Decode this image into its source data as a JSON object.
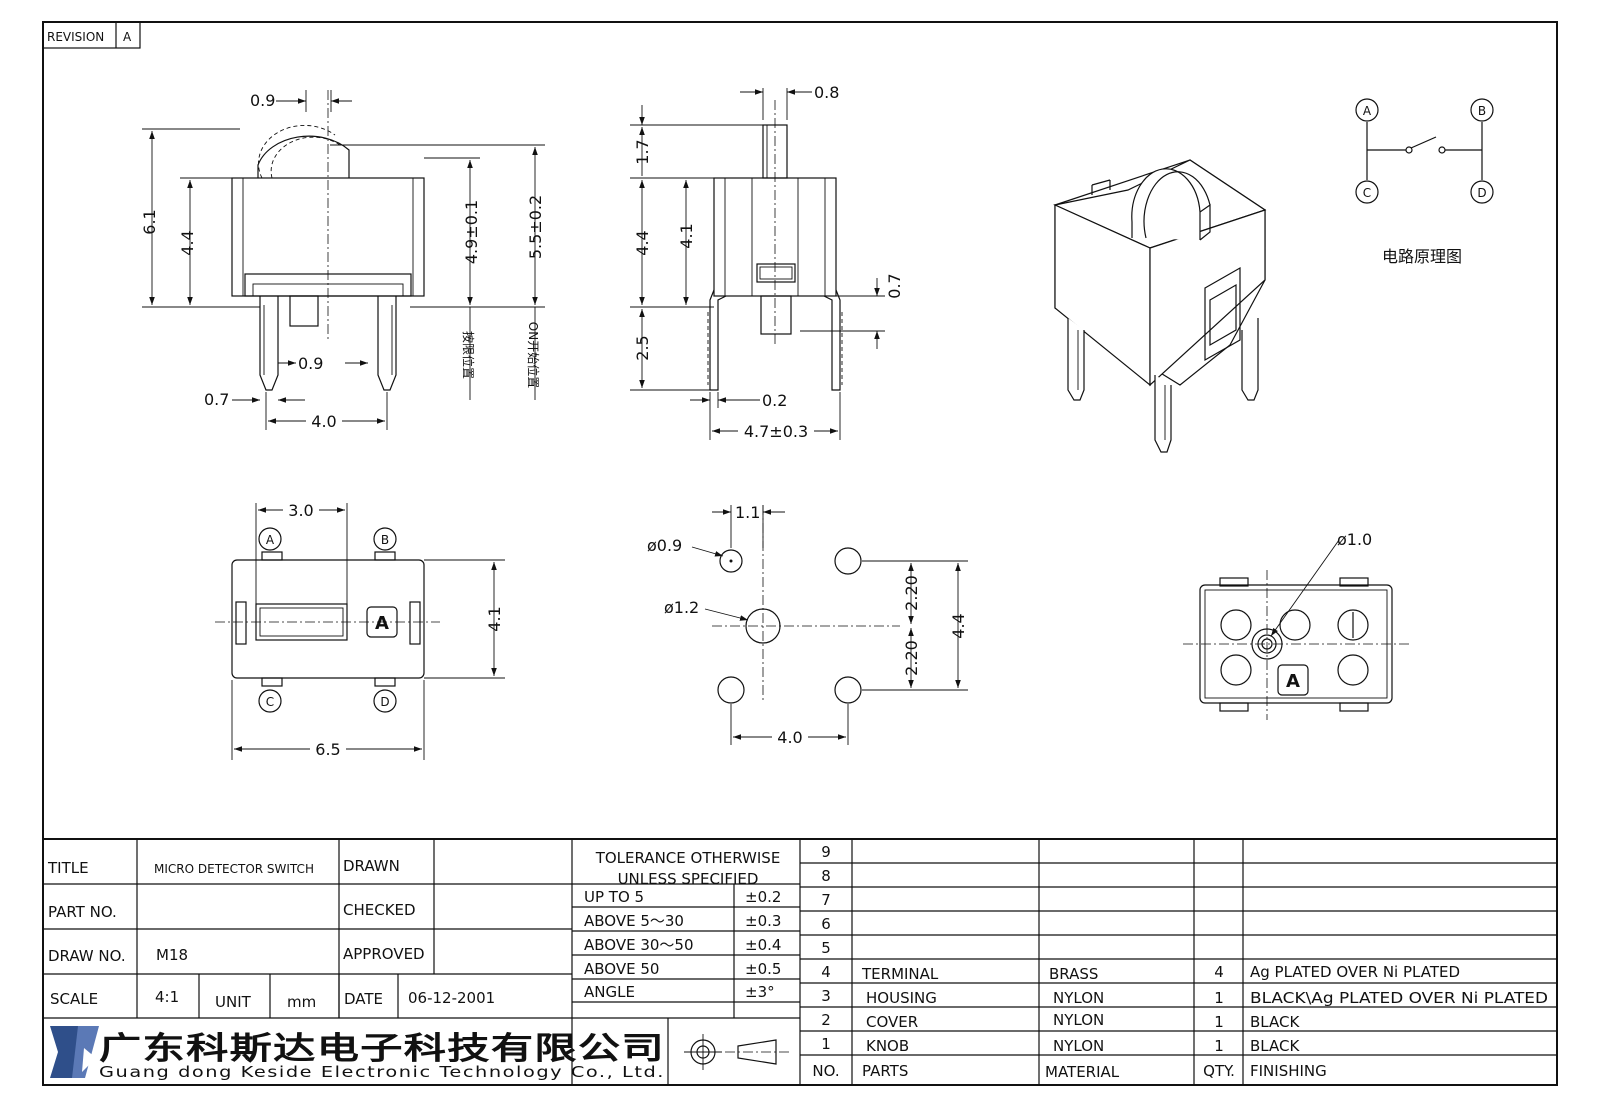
{
  "revision": {
    "label": "REVISION",
    "value": "A"
  },
  "dims": {
    "front_knob_offset": "0.9",
    "front_height_total": "6.1",
    "front_body_height": "4.4",
    "front_pressed_height": "4.9±0.1",
    "front_free_height": "5.5±0.2",
    "front_pin_gap": "0.9",
    "front_pin_width": "0.7",
    "front_pin_pitch": "4.0",
    "side_knob_width": "0.8",
    "side_knob_height": "1.7",
    "side_body_height": "4.4",
    "side_inner_height": "4.1",
    "side_pin_length": "2.5",
    "side_standoff": "0.7",
    "side_pin_thickness": "0.2",
    "side_width": "4.7±0.3",
    "top_slot_width": "3.0",
    "top_height": "4.1",
    "top_length": "6.5",
    "pcb_span": "1.1",
    "pcb_hole_small": "ø0.9",
    "pcb_hole_large": "ø1.2",
    "pcb_upper_offset": "2.20",
    "pcb_lower_offset": "2.20",
    "pcb_total_height": "4.4",
    "pcb_pitch": "4.0",
    "bottom_hole": "ø1.0"
  },
  "vertical_labels": {
    "pressed": "按限位置",
    "on": "ON开始位置"
  },
  "schematic": {
    "caption": "电路原理图",
    "a": "A",
    "b": "B",
    "c": "C",
    "d": "D"
  },
  "top_view": {
    "a": "A",
    "b": "B",
    "c": "C",
    "d": "D",
    "mark": "A"
  },
  "bottom_view": {
    "mark": "A"
  },
  "title_block": {
    "title_label": "TITLE",
    "title_value": "MICRO DETECTOR SWITCH",
    "part_label": "PART NO.",
    "part_value": "",
    "draw_label": "DRAW NO.",
    "draw_value": "M18",
    "scale_label": "SCALE",
    "scale_value": "4:1",
    "unit_label": "UNIT",
    "unit_value": "mm",
    "drawn_label": "DRAWN",
    "checked_label": "CHECKED",
    "approved_label": "APPROVED",
    "date_label": "DATE",
    "date_value": "06-12-2001",
    "company_cn": "广东科斯达电子科技有限公司",
    "company_en": "Guang dong Keside Electronic Technology Co., Ltd."
  },
  "tolerance": {
    "header1": "TOLERANCE OTHERWISE",
    "header2": "UNLESS SPECIFIED",
    "rows": [
      {
        "label": "UP TO 5",
        "value": "±0.2"
      },
      {
        "label": "ABOVE 5～30",
        "value": "±0.3"
      },
      {
        "label": "ABOVE 30～50",
        "value": "±0.4"
      },
      {
        "label": "ABOVE 50",
        "value": "±0.5"
      },
      {
        "label": "ANGLE",
        "value": "±3°"
      }
    ]
  },
  "parts_table": {
    "rows": [
      {
        "no": "9",
        "part": "",
        "material": "",
        "qty": "",
        "finishing": ""
      },
      {
        "no": "8",
        "part": "",
        "material": "",
        "qty": "",
        "finishing": ""
      },
      {
        "no": "7",
        "part": "",
        "material": "",
        "qty": "",
        "finishing": ""
      },
      {
        "no": "6",
        "part": "",
        "material": "",
        "qty": "",
        "finishing": ""
      },
      {
        "no": "5",
        "part": "",
        "material": "",
        "qty": "",
        "finishing": ""
      },
      {
        "no": "4",
        "part": "TERMINAL",
        "material": "BRASS",
        "qty": "4",
        "finishing": "Ag PLATED OVER Ni PLATED"
      },
      {
        "no": "3",
        "part": "HOUSING",
        "material": "NYLON",
        "qty": "1",
        "finishing": "BLACK\\Ag PLATED OVER Ni PLATED"
      },
      {
        "no": "2",
        "part": "COVER",
        "material": "NYLON",
        "qty": "1",
        "finishing": "BLACK"
      },
      {
        "no": "1",
        "part": "KNOB",
        "material": "NYLON",
        "qty": "1",
        "finishing": "BLACK"
      }
    ],
    "header": {
      "no": "NO.",
      "part": "PARTS",
      "material": "MATERIAL",
      "qty": "QTY.",
      "finishing": "FINISHING"
    }
  }
}
